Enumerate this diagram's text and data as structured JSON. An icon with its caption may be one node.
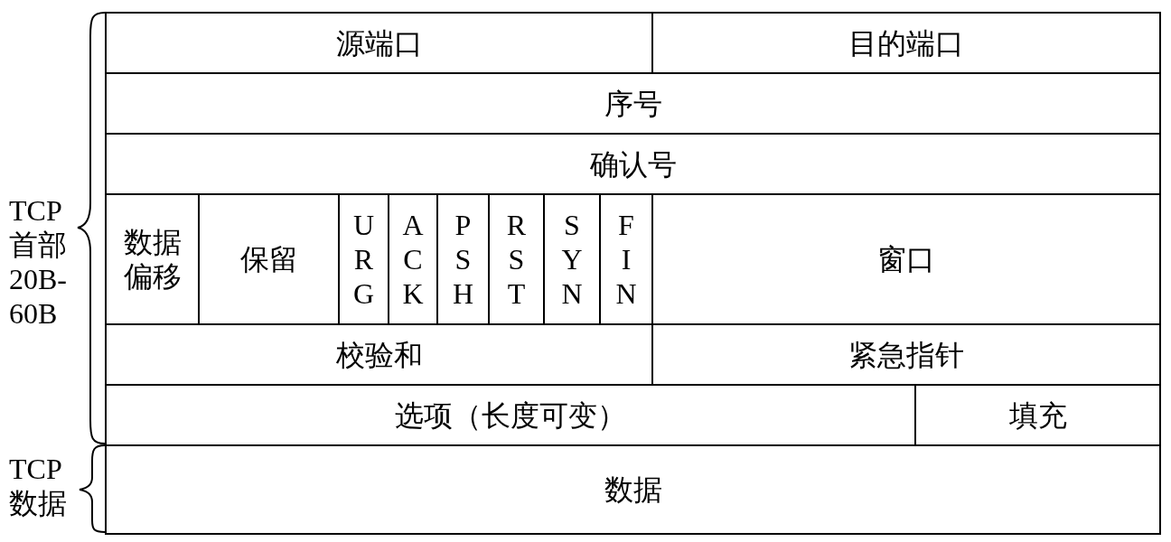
{
  "diagram": {
    "nodes": [
      {
        "text": [
          "源端口"
        ]
      },
      {
        "text": [
          "目的端口"
        ]
      },
      {
        "text": [
          "序号"
        ]
      },
      {
        "text": [
          "确认号"
        ]
      },
      {
        "text": [
          "数据偏移"
        ]
      },
      {
        "text": [
          "保留"
        ]
      },
      {
        "text": [
          "URG"
        ]
      },
      {
        "text": [
          "ACK"
        ]
      },
      {
        "text": [
          "PSH"
        ]
      },
      {
        "text": [
          "RST"
        ]
      },
      {
        "text": [
          "SYN"
        ]
      },
      {
        "text": [
          "FIN"
        ]
      },
      {
        "text": [
          "窗口"
        ]
      },
      {
        "text": [
          "校验和"
        ]
      },
      {
        "text": [
          "紧急指针"
        ]
      },
      {
        "text": [
          "选项（长度可变）"
        ]
      },
      {
        "text": [
          "填充"
        ]
      },
      {
        "text": [
          "数据"
        ]
      }
    ],
    "labels": [
      "TCP 首部 20B-60B",
      "TCP 数据"
    ]
  }
}
